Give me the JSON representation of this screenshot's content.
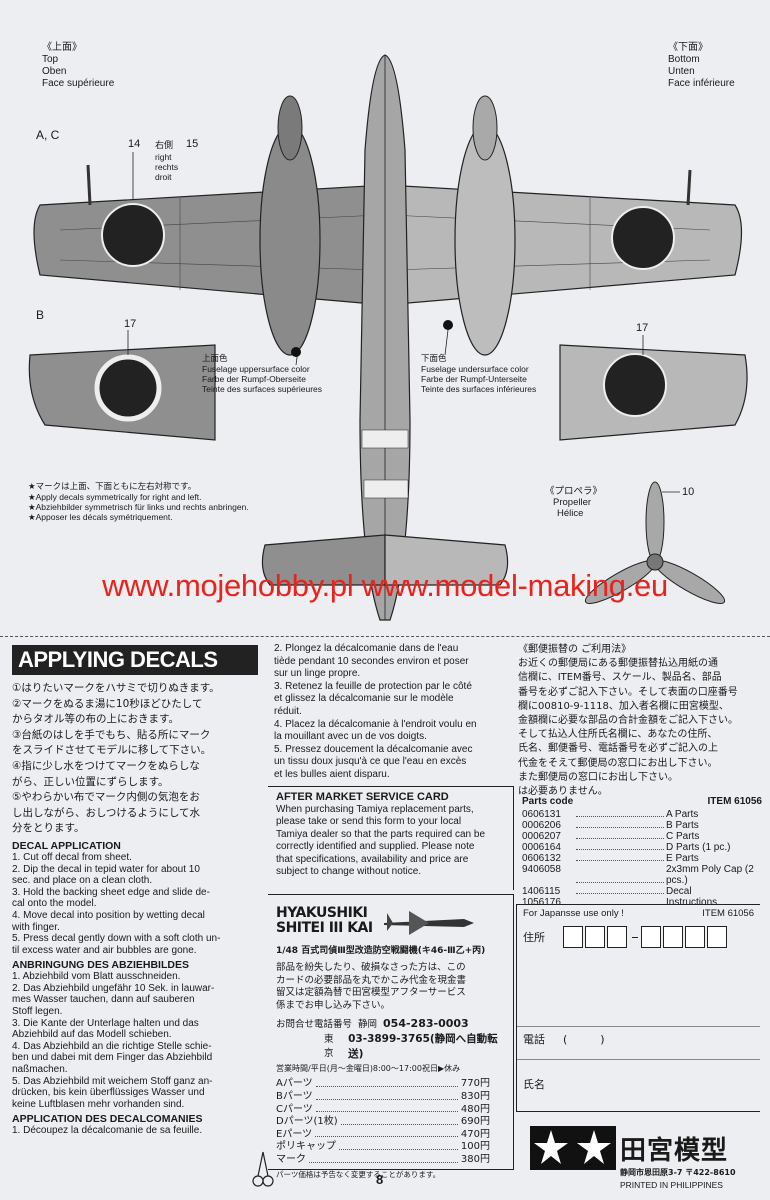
{
  "top_views": {
    "top": {
      "jp": "《上面》",
      "en": "Top",
      "de": "Oben",
      "fr": "Face supérieure"
    },
    "bottom": {
      "jp": "《下面》",
      "en": "Bottom",
      "de": "Unten",
      "fr": "Face inférieure"
    },
    "variant_ac": "A, C",
    "variant_b": "B",
    "decal_14": "14",
    "decal_15": "15",
    "decal_17a": "17",
    "decal_17b": "17",
    "right_jp": "右側",
    "right_en": "right",
    "right_de": "rechts",
    "right_fr": "droit",
    "upper_color": {
      "jp": "上面色",
      "en": "Fuselage uppersurface color",
      "de": "Farbe der Rumpf-Oberseite",
      "fr": "Teinte des surfaces supérieures"
    },
    "under_color": {
      "jp": "下面色",
      "en": "Fuselage undersurface color",
      "de": "Farbe der Rumpf-Unterseite",
      "fr": "Teinte des surfaces inférieures"
    },
    "notes": [
      "★マークは上面、下面ともに左右対称です。",
      "★Apply decals symmetrically for right and left.",
      "★Abziehbilder symmetrisch für links und rechts anbringen.",
      "★Apposer les décals symétriquement."
    ],
    "propeller": {
      "jp": "《プロペラ》",
      "en": "Propeller",
      "fr": "Hélice",
      "decal": "10"
    }
  },
  "watermark": "www.mojehobby.pl www.model-making.eu",
  "applying": {
    "title": "APPLYING DECALS",
    "jp_steps": [
      "①はりたいマークをハサミで切りぬきます。",
      "②マークをぬるま湯に10秒ほどひたして",
      "からタオル等の布の上におきます。",
      "③台紙のはしを手でもち、貼る所にマーク",
      "をスライドさせてモデルに移して下さい。",
      "④指に少し水をつけてマークをぬらしな",
      "がら、正しい位置にずらします。",
      "⑤やわらかい布でマーク内側の気泡をお",
      "し出しながら、おしつけるようにして水",
      "分をとります。"
    ],
    "en_title": "DECAL APPLICATION",
    "en_steps": [
      "1. Cut off decal from sheet.",
      "2. Dip the decal in tepid water for about 10",
      "sec. and place on a clean cloth.",
      "3. Hold the backing sheet edge and slide de-",
      "cal onto the model.",
      "4. Move decal into position by wetting decal",
      "with finger.",
      "5. Press decal gently down with a soft cloth un-",
      "til excess water and air bubbles are gone."
    ],
    "de_title": "ANBRINGUNG DES ABZIEHBILDES",
    "de_steps": [
      "1. Abziehbild vom Blatt ausschneiden.",
      "2. Das Abziehbild ungefähr 10 Sek. in lauwar-",
      "mes Wasser tauchen, dann auf sauberen",
      "Stoff legen.",
      "3. Die Kante der Unterlage halten und das",
      "Abziehbild auf das Modell schieben.",
      "4. Das Abziehbild an die richtige Stelle schie-",
      "ben und dabei mit dem Finger das Abziehbild",
      "naßmachen.",
      "5. Das Abziehbild mit weichem Stoff ganz an-",
      "drücken, bis kein überflüssiges Wasser und",
      "keine Luftblasen mehr vorhanden sind."
    ],
    "fr_title": "APPLICATION DES DECALCOMANIES",
    "fr_steps": [
      "1. Découpez la décalcomanie de sa feuille."
    ],
    "fr_steps_col2": [
      "2. Plongez la décalcomanie dans de l'eau",
      "tiède pendant 10 secondes environ et poser",
      "sur un linge propre.",
      "3. Retenez la feuille de protection par le côté",
      "et glissez la décalcomanie sur le modèle",
      "réduit.",
      "4. Placez la décalcomanie à l'endroit voulu en",
      "la mouillant avec un de vos doigts.",
      "5. Pressez doucement la décalcomanie avec",
      "un tissu doux jusqu'à ce que l'eau en excès",
      "et les bulles aient disparu."
    ]
  },
  "postal": {
    "title": "《郵便振替の ご利用法》",
    "lines": [
      "お近くの郵便局にある郵便振替払込用紙の通",
      "信欄に、ITEM番号、スケール、製品名、部品",
      "番号を必ずご記入下さい。そして表面の口座番号",
      "欄に00810-9-1118、加入者名欄に田宮模型、",
      "金額欄に必要な部品の合計金額をご記入下さい。",
      "そして払込人住所氏名欄に、あなたの住所、",
      "氏名、郵便番号、電話番号を必ずご記入の上",
      "代金をそえて郵便局の窓口にお出し下さい。",
      "また郵便局の窓口にお出し下さい。",
      "は必要ありません。"
    ]
  },
  "service": {
    "title": "AFTER MARKET SERVICE CARD",
    "lines": [
      "When purchasing Tamiya replacement parts,",
      "please take or send this form to your local",
      "Tamiya dealer so that the parts required can be",
      "correctly identified and supplied. Please note",
      "that specifications, availability and price are",
      "subject to change without notice."
    ]
  },
  "parts": {
    "header": "Parts code",
    "item": "ITEM 61056",
    "rows": [
      {
        "code": "0606131",
        "desc": "A Parts"
      },
      {
        "code": "0006206",
        "desc": "B Parts"
      },
      {
        "code": "0006207",
        "desc": "C Parts"
      },
      {
        "code": "0006164",
        "desc": "D Parts (1 pc.)"
      },
      {
        "code": "0606132",
        "desc": "E Parts"
      },
      {
        "code": "9406058",
        "desc": "2x3mm Poly Cap (2 pcs.)"
      },
      {
        "code": "1406115",
        "desc": "Decal"
      },
      {
        "code": "1056176",
        "desc": "Instructions"
      }
    ]
  },
  "product": {
    "logo1": "HYAKUSHIKI",
    "logo2": "SHITEI III KAI",
    "scale_line": "1/48 百式司偵Ⅲ型改造防空戦闘機(キ46-Ⅲ乙+丙)",
    "jp_lines": [
      "部品を紛失したり、破損なさった方は、この",
      "カードの必要部品を丸でかこみ代金を現金書",
      "留又は定額為替で田宮模型アフターサービス",
      "係までお申し込み下さい。"
    ],
    "contact_label": "お問合せ電話番号",
    "shizuoka": "静岡",
    "shizuoka_tel": "054-283-0003",
    "tokyo": "東京",
    "tokyo_tel": "03-3899-3765(静岡へ自動転送)",
    "hours": "営業時間/平日(月～金曜日)8:00～17:00祝日▶休み",
    "prices": [
      {
        "name": "Aパーツ",
        "price": "770円"
      },
      {
        "name": "Bパーツ",
        "price": "830円"
      },
      {
        "name": "Cパーツ",
        "price": "480円"
      },
      {
        "name": "Dパーツ(1枚)",
        "price": "690円"
      },
      {
        "name": "Eパーツ",
        "price": "470円"
      },
      {
        "name": "ポリキャップ",
        "price": "100円"
      },
      {
        "name": "マーク",
        "price": "380円"
      }
    ],
    "price_note": "パーツ価格は予告なく変更することがあります。"
  },
  "japan_form": {
    "header": "For Japansse use only !",
    "item": "ITEM 61056",
    "address": "住所",
    "phone": "電話",
    "phone_paren": "(　　　)",
    "name": "氏名"
  },
  "brand": {
    "name": "田宮模型",
    "address": "静岡市恩田原3-7 〒422-8610",
    "printed": "PRINTED IN PHILIPPINES"
  },
  "page_number": "8"
}
